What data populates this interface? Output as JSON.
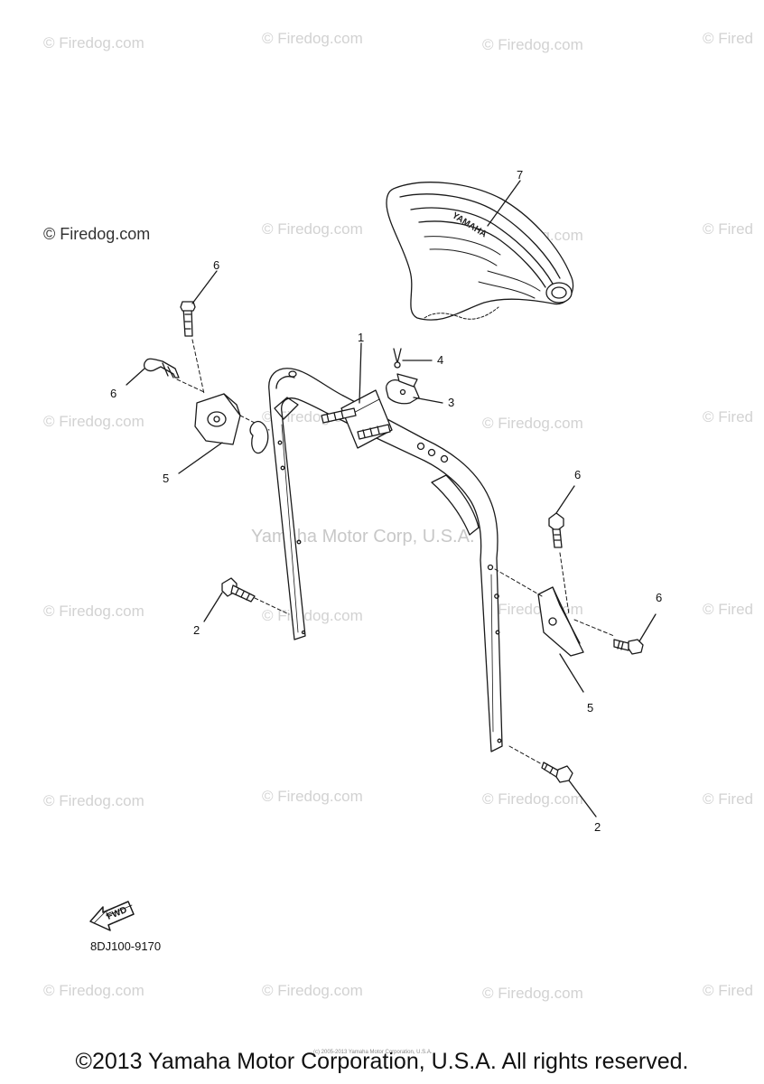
{
  "watermarks": {
    "site": "© Firedog.com",
    "site_clipped": "© Fired",
    "site_prominent": "© Firedog.com",
    "center": "Yamaha Motor Corp, U.S.A."
  },
  "callouts": {
    "c1": "1",
    "c2a": "2",
    "c2b": "2",
    "c3": "3",
    "c4": "4",
    "c5a": "5",
    "c5b": "5",
    "c6a": "6",
    "c6b": "6",
    "c6c": "6",
    "c6d": "6",
    "c7": "7"
  },
  "fwd_label": "FWD",
  "part_code": "8DJ100-9170",
  "seat_logo": "YAMAHA",
  "fine_print": "(c) 2005-2013 Yamaha Motor Corporation, U.S.A.",
  "footer": "©2013 Yamaha Motor Corporation, U.S.A. All rights reserved."
}
